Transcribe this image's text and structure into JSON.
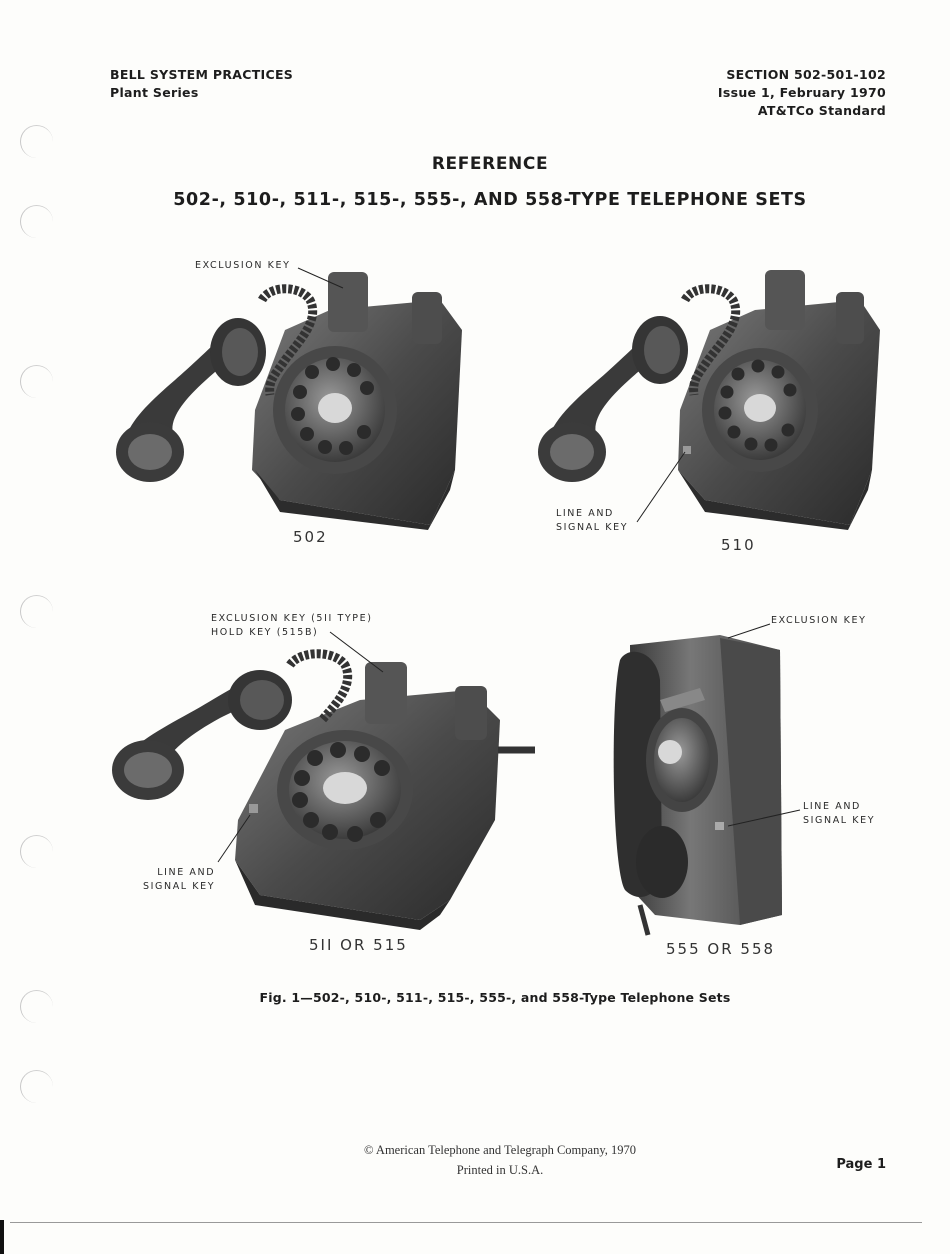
{
  "header": {
    "left_line1": "BELL SYSTEM PRACTICES",
    "left_line2": "Plant Series",
    "right_line1": "SECTION 502-501-102",
    "right_line2": "Issue 1, February 1970",
    "right_line3": "AT&TCo Standard"
  },
  "title": {
    "line1": "REFERENCE",
    "line2": "502-, 510-, 511-, 515-, 555-, AND 558-TYPE TELEPHONE SETS"
  },
  "figures": {
    "f502": {
      "model": "502",
      "callout1": "EXCLUSION KEY"
    },
    "f510": {
      "model": "510",
      "callout1": "LINE AND",
      "callout2": "SIGNAL KEY"
    },
    "f511": {
      "model": "5II OR 515",
      "callout1": "EXCLUSION KEY (5II TYPE)",
      "callout2": "HOLD KEY (515B)",
      "callout3": "LINE AND",
      "callout4": "SIGNAL KEY"
    },
    "f555": {
      "model": "555 OR 558",
      "callout1": "EXCLUSION KEY",
      "callout2": "LINE AND",
      "callout3": "SIGNAL KEY"
    }
  },
  "caption": "Fig. 1—502-, 510-, 511-, 515-, 555-, and 558-Type Telephone Sets",
  "footer": {
    "copyright": "© American Telephone and Telegraph Company, 1970",
    "printed": "Printed in U.S.A.",
    "page": "Page 1"
  }
}
